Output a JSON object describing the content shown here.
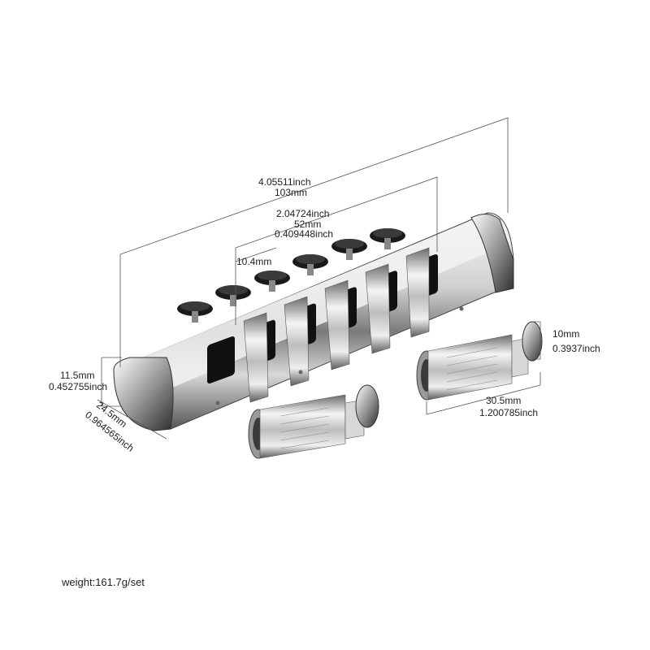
{
  "dimensions": {
    "overall_length": {
      "inch": "4.05511inch",
      "mm": "103mm"
    },
    "saddle_span": {
      "inch": "2.04724inch",
      "mm": "52mm"
    },
    "saddle_spacing": {
      "inch": "0.409448inch",
      "mm": "10.4mm"
    },
    "body_height": {
      "mm": "11.5mm",
      "inch": "0.452755inch"
    },
    "body_depth": {
      "mm": "24.5mm",
      "inch": "0.964565inch"
    },
    "stud_diameter": {
      "mm": "10mm",
      "inch": "0.3937inch"
    },
    "stud_length": {
      "mm": "30.5mm",
      "inch": "1.200785inch"
    }
  },
  "weight_label": "weight:161.7g/set",
  "colors": {
    "chrome_light": "#f4f4f4",
    "chrome_dark": "#3a3a3a",
    "saddle_black": "#111111",
    "line": "#555555"
  }
}
